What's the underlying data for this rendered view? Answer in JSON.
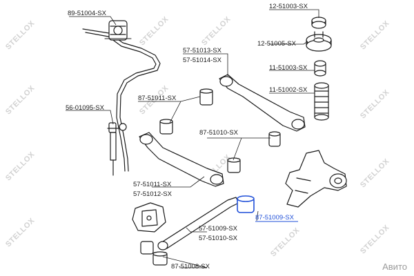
{
  "watermark": {
    "text": "STELLOX"
  },
  "brand": {
    "text": "Авито"
  },
  "labels": {
    "p89_51004": "89-51004-SX",
    "p56_01095": "56-01095-SX",
    "p87_51011": "87-51011-SX",
    "p57_51013": "57-51013-SX",
    "p57_51014": "57-51014-SX",
    "p12_51003": "12-51003-SX",
    "p12_51005": "12-51005-SX",
    "p11_51003": "11-51003-SX",
    "p11_51002": "11-51002-SX",
    "p87_51010": "87-51010-SX",
    "p57_51011": "57-51011-SX",
    "p57_51012": "57-51012-SX",
    "p87_51009": "87-51009-SX",
    "p57_51009": "57-51009-SX",
    "p57_51010": "57-51010-SX",
    "p87_51008": "87-51008-SX"
  },
  "colors": {
    "highlight": "#1f4fd8",
    "line": "#1a1a1a",
    "part_fill": "#ffffff",
    "watermark": "#d2d2d2"
  }
}
